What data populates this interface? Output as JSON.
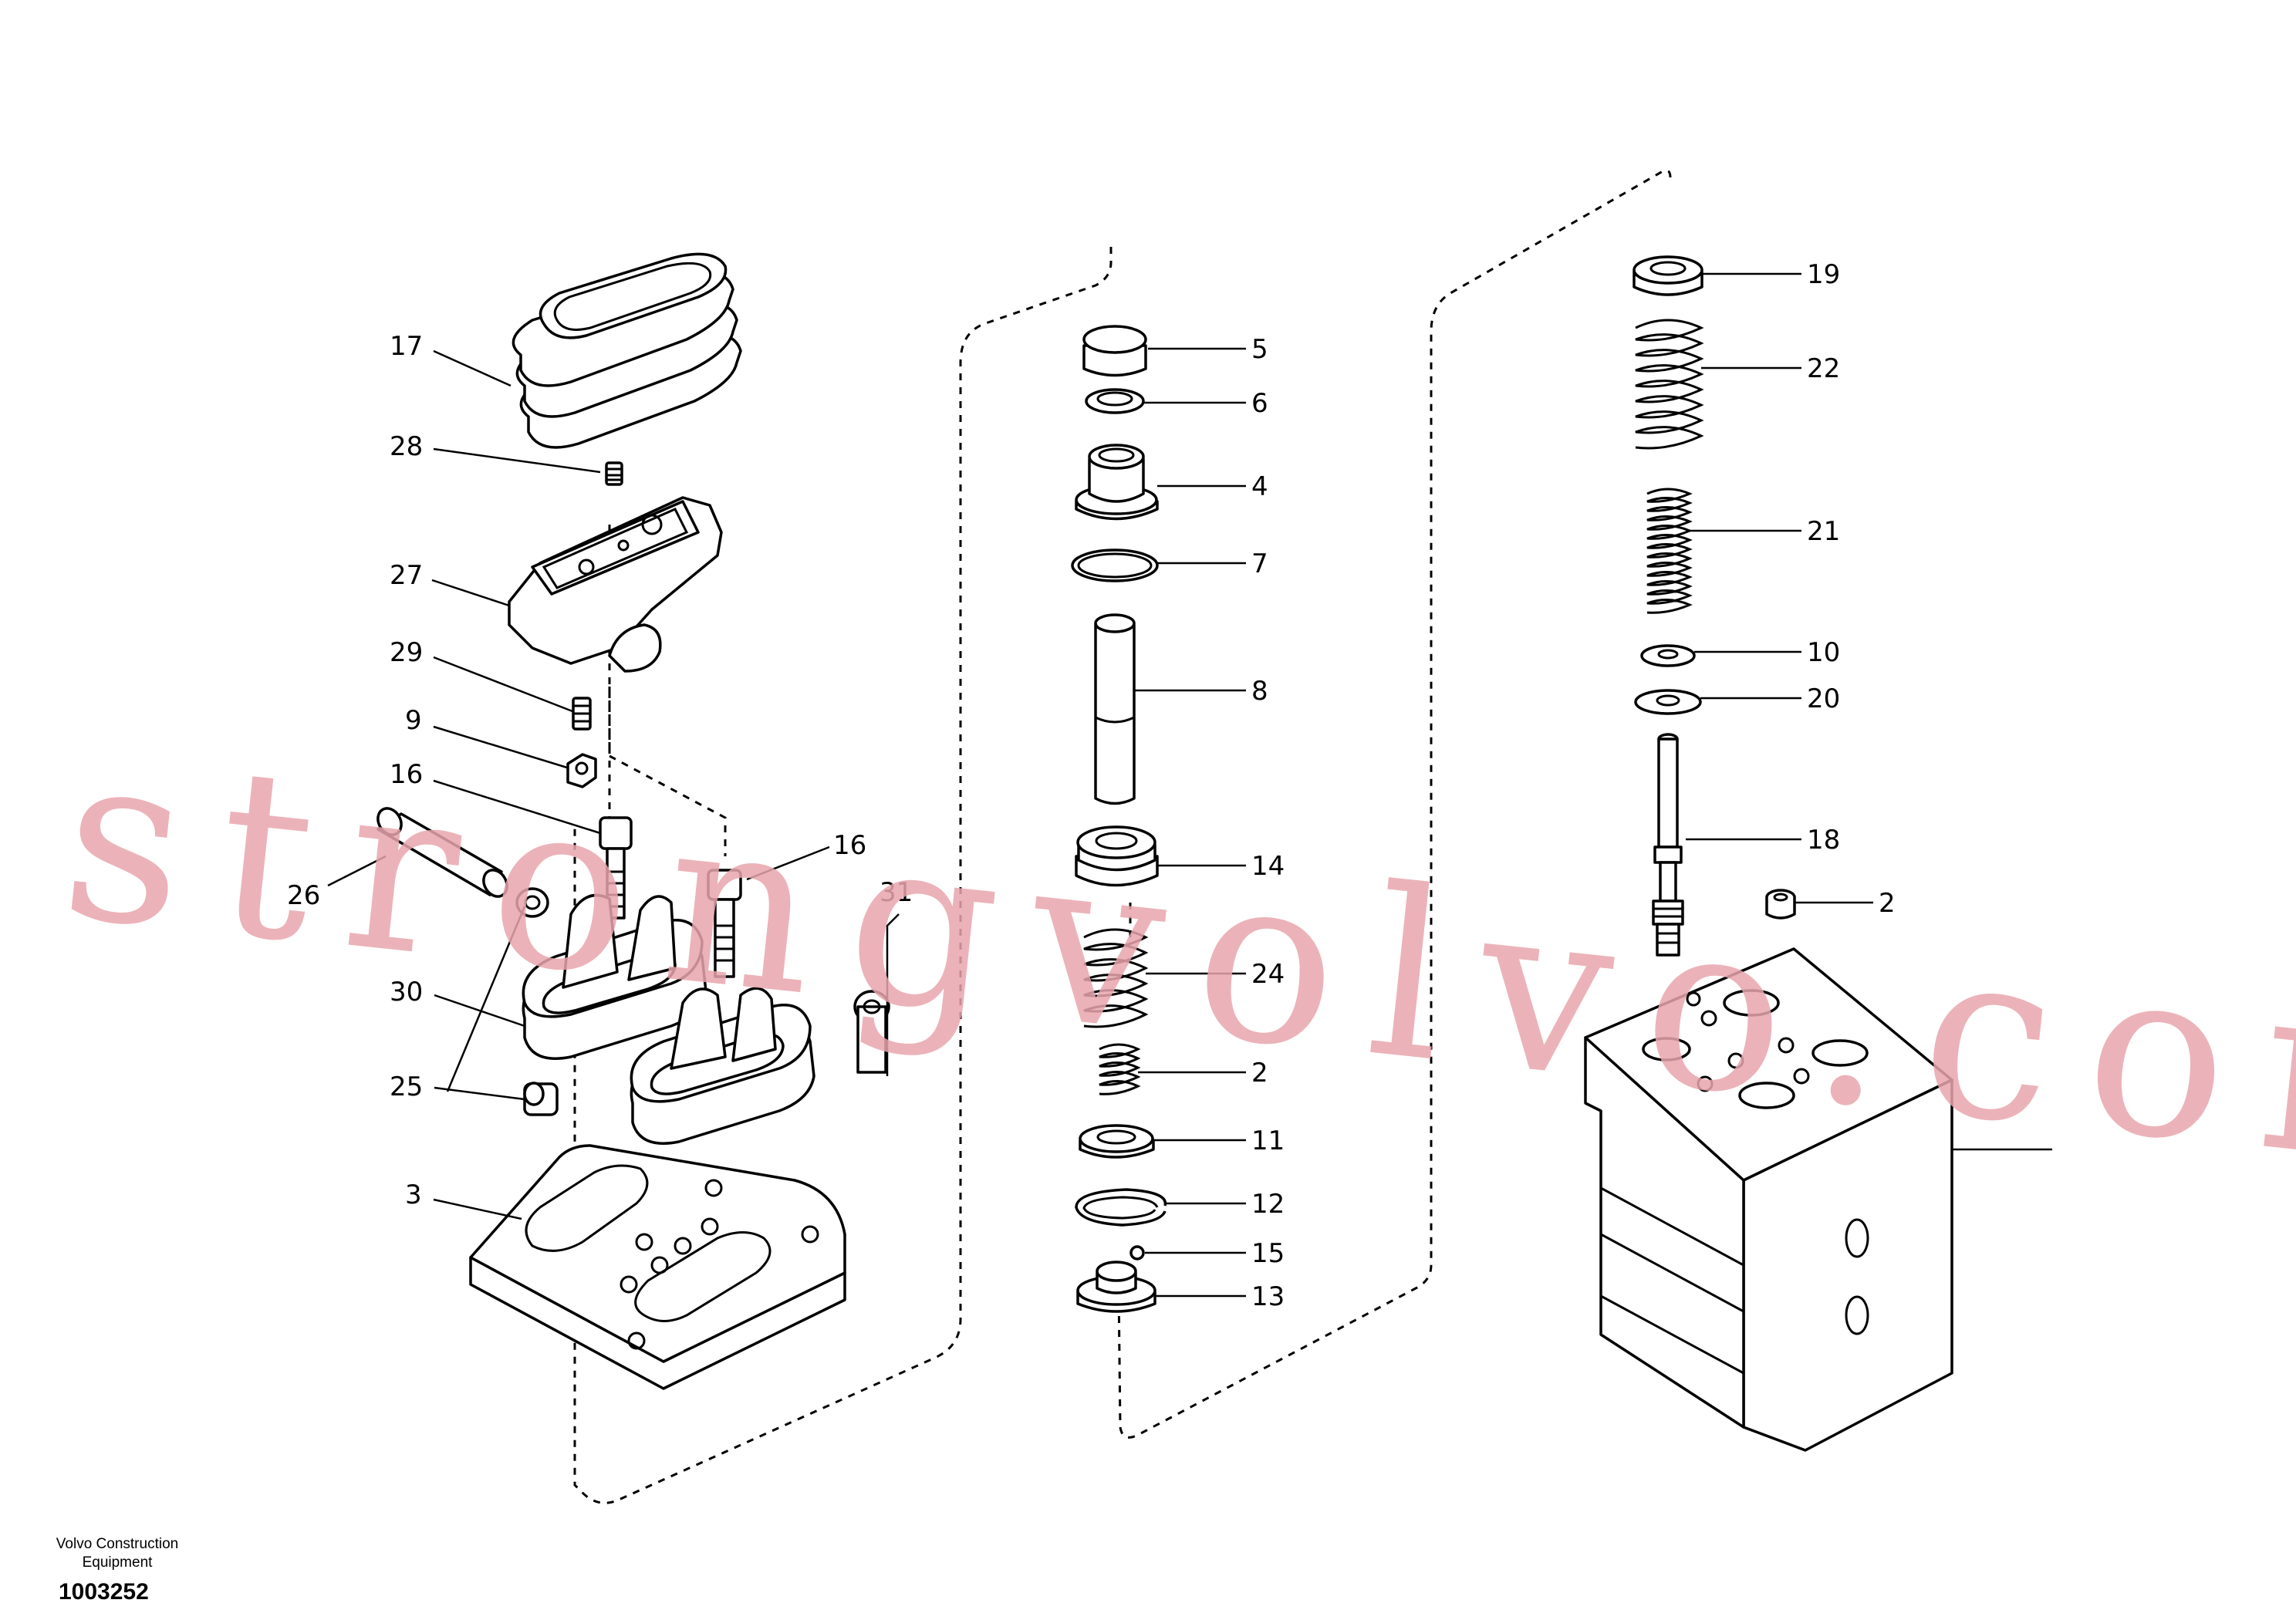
{
  "diagram": {
    "callouts": [
      {
        "id": "17",
        "label": "17"
      },
      {
        "id": "28",
        "label": "28"
      },
      {
        "id": "27",
        "label": "27"
      },
      {
        "id": "29",
        "label": "29"
      },
      {
        "id": "9",
        "label": "9"
      },
      {
        "id": "16a",
        "label": "16"
      },
      {
        "id": "16b",
        "label": "16"
      },
      {
        "id": "26",
        "label": "26"
      },
      {
        "id": "31",
        "label": "31"
      },
      {
        "id": "30",
        "label": "30"
      },
      {
        "id": "25",
        "label": "25"
      },
      {
        "id": "3",
        "label": "3"
      },
      {
        "id": "5",
        "label": "5"
      },
      {
        "id": "6",
        "label": "6"
      },
      {
        "id": "4",
        "label": "4"
      },
      {
        "id": "7",
        "label": "7"
      },
      {
        "id": "8",
        "label": "8"
      },
      {
        "id": "14",
        "label": "14"
      },
      {
        "id": "24",
        "label": "24"
      },
      {
        "id": "2a",
        "label": "2"
      },
      {
        "id": "11",
        "label": "11"
      },
      {
        "id": "12",
        "label": "12"
      },
      {
        "id": "15",
        "label": "15"
      },
      {
        "id": "13",
        "label": "13"
      },
      {
        "id": "19",
        "label": "19"
      },
      {
        "id": "22",
        "label": "22"
      },
      {
        "id": "21",
        "label": "21"
      },
      {
        "id": "10",
        "label": "10"
      },
      {
        "id": "20",
        "label": "20"
      },
      {
        "id": "18",
        "label": "18"
      },
      {
        "id": "2b",
        "label": "2"
      }
    ],
    "watermark": "strongvolvo.com",
    "credit_line1": "Volvo Construction",
    "credit_line2": "Equipment",
    "document_number": "1003252"
  }
}
